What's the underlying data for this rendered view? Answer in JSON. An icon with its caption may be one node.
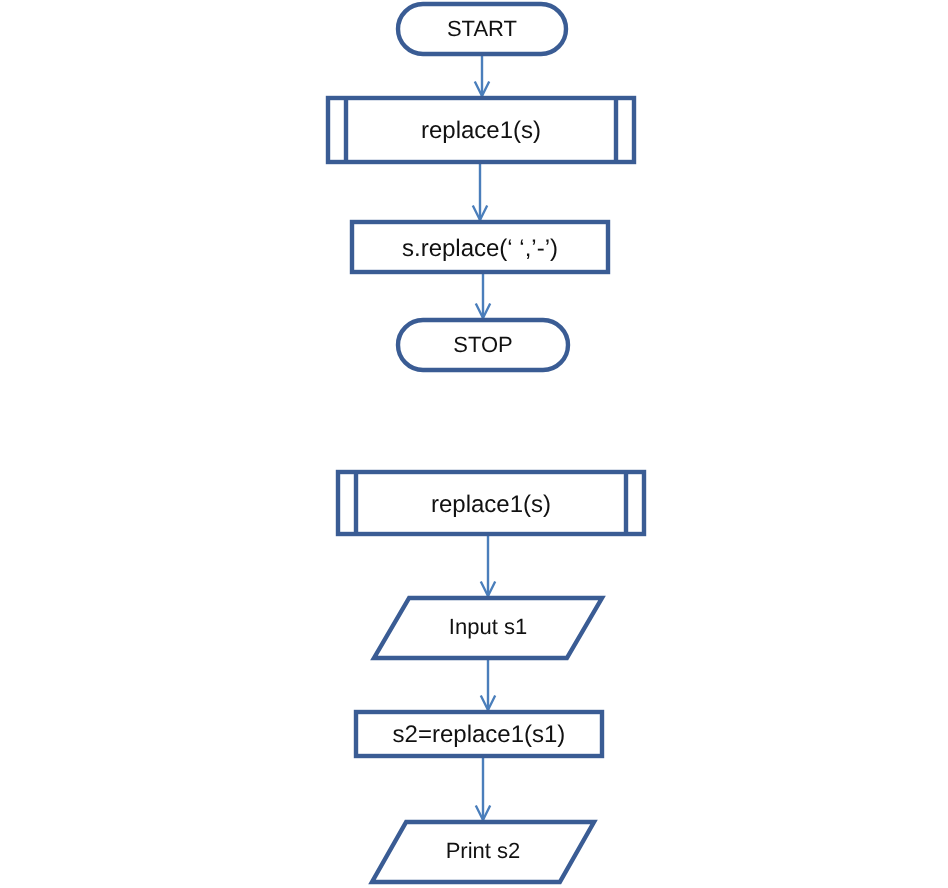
{
  "diagram": {
    "nodes": [
      {
        "text": [
          "START"
        ]
      },
      {
        "text": [
          "replace1(s)"
        ]
      },
      {
        "text": [
          "s.replace(‘ ‘,’-’)"
        ]
      },
      {
        "text": [
          "STOP"
        ]
      },
      {
        "text": [
          "replace1(s)"
        ]
      },
      {
        "text": [
          "Input s1"
        ]
      },
      {
        "text": [
          "s2=replace1(s1)"
        ]
      },
      {
        "text": [
          "Print s2"
        ]
      }
    ],
    "edges": [
      {
        "from": 0,
        "to": 1,
        "arrow": "to"
      },
      {
        "from": 1,
        "to": 2,
        "arrow": "to"
      },
      {
        "from": 2,
        "to": 3,
        "arrow": "to"
      },
      {
        "from": 4,
        "to": 5,
        "arrow": "to"
      },
      {
        "from": 5,
        "to": 6,
        "arrow": "to"
      },
      {
        "from": 6,
        "to": 7,
        "arrow": "to"
      }
    ]
  }
}
